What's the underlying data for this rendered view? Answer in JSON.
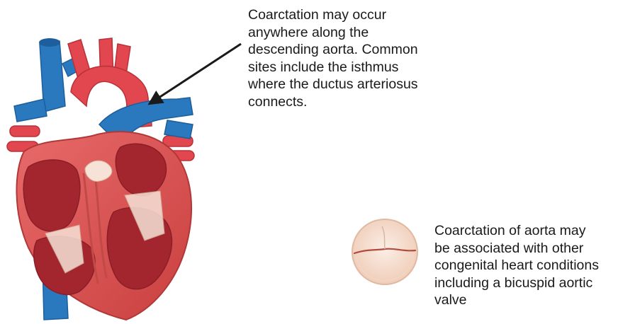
{
  "annotations": {
    "coarctation_site": {
      "lines": [
        "Coarctation may occur",
        "anywhere along the",
        "descending aorta. Common",
        "sites include the isthmus",
        "where the ductus arteriosus",
        "connects."
      ]
    },
    "associated_conditions": {
      "lines": [
        "Coarctation of aorta may",
        "be associated with other",
        "congenital heart conditions",
        "including a bicuspid aortic",
        "valve"
      ]
    }
  },
  "colors": {
    "artery_red": "#e2464e",
    "vein_blue": "#2a78bd",
    "myocardium": "#d9534f",
    "chamber_dark": "#a3262f",
    "valve_tissue": "#f6e2d6",
    "arrow": "#1a1a1a"
  },
  "illustrations": [
    "heart-cross-section-illustration",
    "bicuspid-aortic-valve-illustration",
    "pointer-arrow"
  ]
}
